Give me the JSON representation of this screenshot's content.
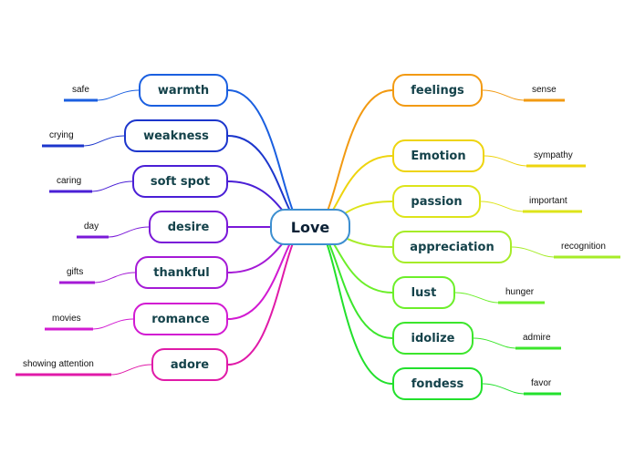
{
  "center": {
    "label": "Love",
    "color": "#3d8fd0"
  },
  "left_branches": [
    {
      "label": "warmth",
      "color": "#1a5fe0",
      "leaf": "safe"
    },
    {
      "label": "weakness",
      "color": "#1c36cc",
      "leaf": "crying"
    },
    {
      "label": "soft spot",
      "color": "#4a1fd6",
      "leaf": "caring"
    },
    {
      "label": "desire",
      "color": "#7a18d8",
      "leaf": "day"
    },
    {
      "label": "thankful",
      "color": "#a51ad6",
      "leaf": "gifts"
    },
    {
      "label": "romance",
      "color": "#d21ad2",
      "leaf": "movies"
    },
    {
      "label": "adore",
      "color": "#e01aa8",
      "leaf": "showing attention"
    }
  ],
  "right_branches": [
    {
      "label": "feelings",
      "color": "#f29a12",
      "leaf": "sense"
    },
    {
      "label": "Emotion",
      "color": "#eed40e",
      "leaf": "sympathy"
    },
    {
      "label": "passion",
      "color": "#dde41a",
      "leaf": "important"
    },
    {
      "label": "appreciation",
      "color": "#a6ec28",
      "leaf": "recognition"
    },
    {
      "label": "lust",
      "color": "#6cef2a",
      "leaf": "hunger"
    },
    {
      "label": "idolize",
      "color": "#3ce62c",
      "leaf": "admire"
    },
    {
      "label": "fondess",
      "color": "#22e02c",
      "leaf": "favor"
    }
  ]
}
